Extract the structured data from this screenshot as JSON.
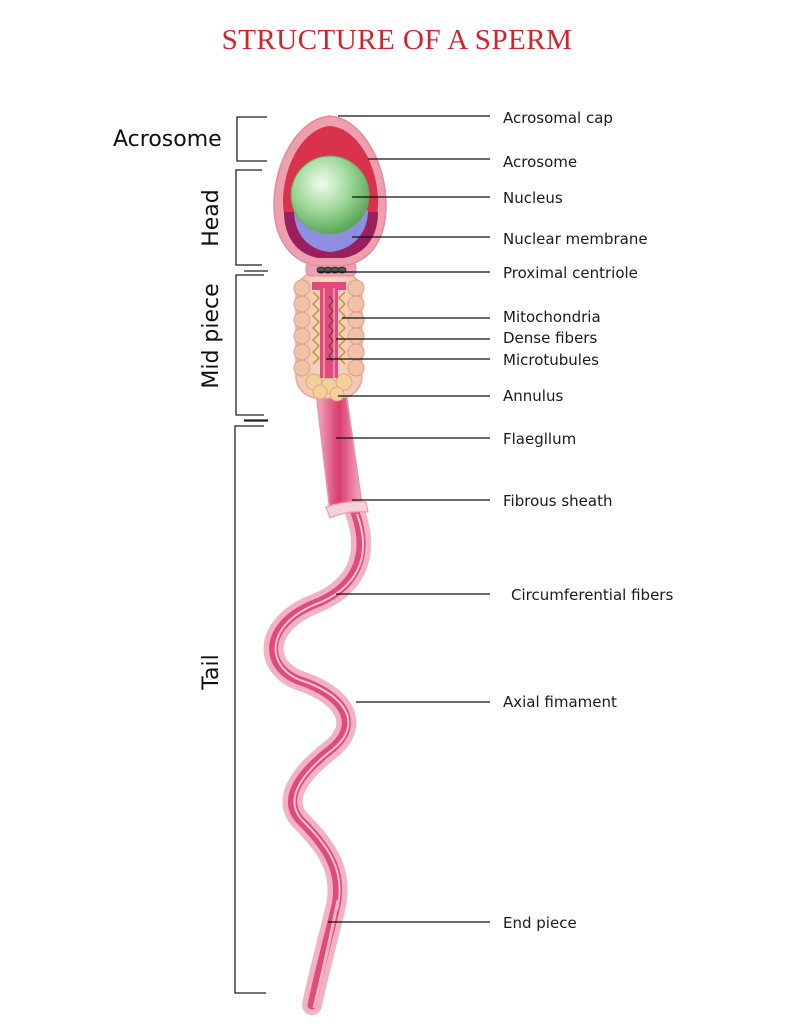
{
  "title": "STRUCTURE OF A SPERM",
  "colors": {
    "title": "#d1232a",
    "acrosome": "#d6314a",
    "nucleus": "#7fc87a",
    "nuclear_membrane": "#8d8ee0",
    "head_outer": "#e89aa5",
    "midpiece_mitochondria": "#f1c79a",
    "tail": "#e0457a",
    "tail_sheath": "#f3b3c3"
  },
  "sections": {
    "acrosome": "Acrosome",
    "head": "Head",
    "midpiece": "Mid piece",
    "tail": "Tail"
  },
  "labels": {
    "acrosomal_cap": "Acrosomal cap",
    "acrosome": "Acrosome",
    "nucleus": "Nucleus",
    "nuclear_membrane": "Nuclear membrane",
    "proximal_centriole": "Proximal centriole",
    "mitochondria": "Mitochondria",
    "dense_fibers": "Dense fibers",
    "microtubules": "Microtubules",
    "annulus": "Annulus",
    "flagellum": "Flaegllum",
    "fibrous_sheath": "Fibrous sheath",
    "circumferential_fibers": "Circumferential fibers",
    "axial_filament": "Axial fimament",
    "end_piece": "End piece"
  }
}
